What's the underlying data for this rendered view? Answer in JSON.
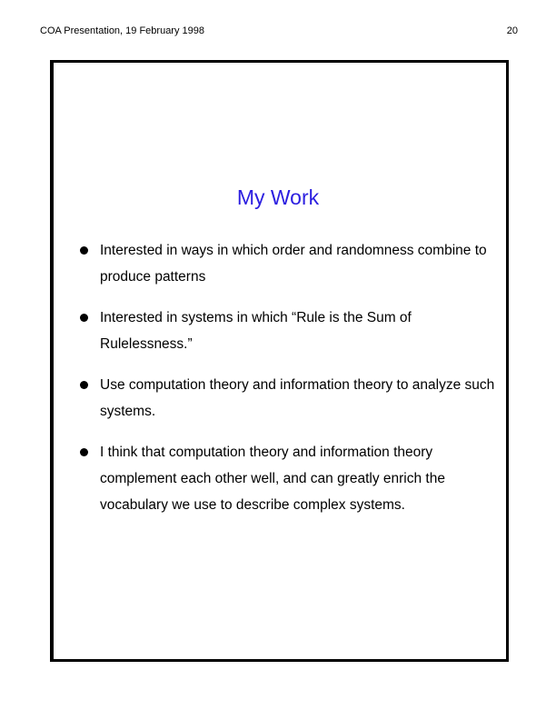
{
  "header": {
    "title": "COA Presentation, 19 February 1998",
    "page_number": "20"
  },
  "slide": {
    "title": "My Work",
    "title_color": "#2b1ee0",
    "bullets": [
      {
        "text": "Interested in ways in which order and randomness combine to produce patterns"
      },
      {
        "text": "Interested in systems in which “Rule is the Sum of Rulelessness.”"
      },
      {
        "text": "Use computation theory and information theory to analyze such systems."
      },
      {
        "text": "I think that computation theory and information theory complement each other well, and can greatly enrich the vocabulary we use to describe complex systems."
      }
    ]
  }
}
